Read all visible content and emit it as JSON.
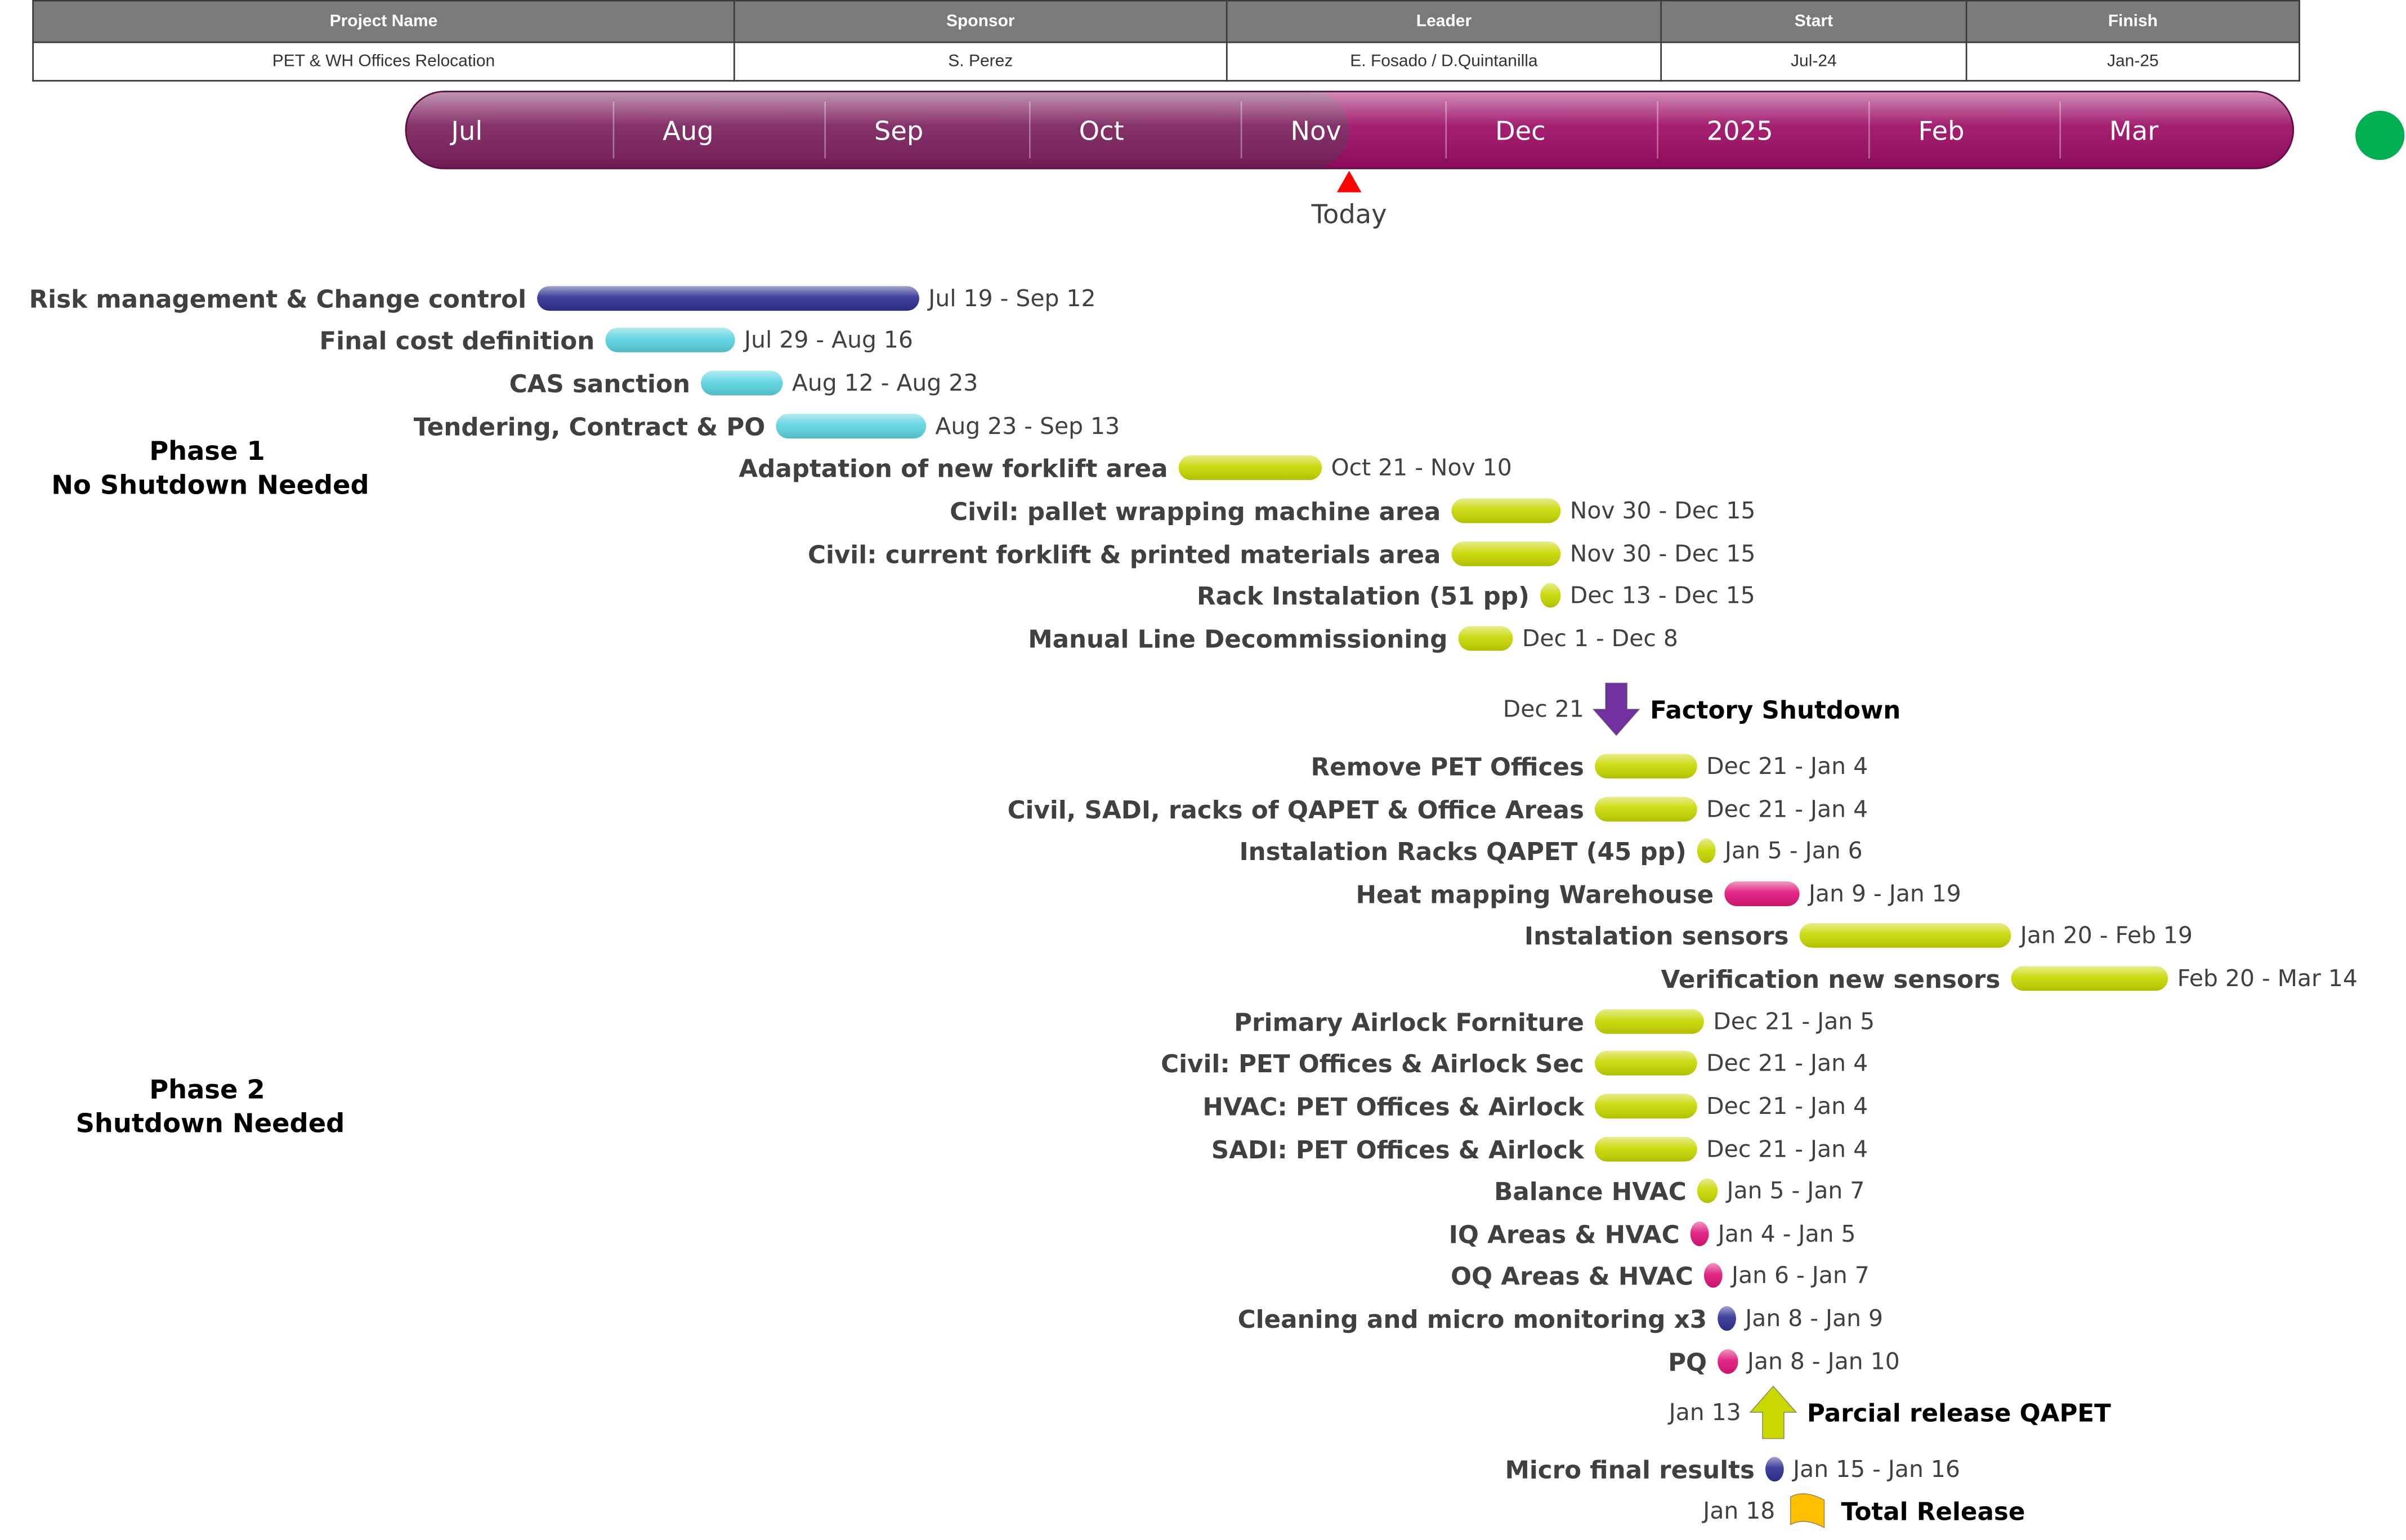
{
  "table": {
    "headers": [
      "Project Name",
      "Sponsor",
      "Leader",
      "Start",
      "Finish"
    ],
    "row": [
      "PET & WH Offices Relocation",
      "S. Perez",
      "E. Fosado / D.Quintanilla",
      "Jul-24",
      "Jan-25"
    ]
  },
  "chart_data": {
    "type": "gantt",
    "timeline": {
      "start": "2024-07-01",
      "end": "2025-04-01",
      "today": "2024-11-15",
      "today_label": "Today",
      "months": [
        "Jul",
        "Aug",
        "Sep",
        "Oct",
        "Nov",
        "Dec",
        "2025",
        "Feb",
        "Mar"
      ],
      "colors": {
        "past": "#7b1f5c",
        "future": "#9c0b63",
        "today_marker": "#ff0000",
        "status_dot": "#00b050"
      }
    },
    "phases": [
      {
        "name": "Phase 1",
        "subtitle": "No Shutdown Needed"
      },
      {
        "name": "Phase 2",
        "subtitle": "Shutdown Needed"
      }
    ],
    "tasks": [
      {
        "name": "Risk management & Change control",
        "start": "2024-07-19",
        "end": "2024-09-12",
        "label": "Jul 19 - Sep 12",
        "color": "#2e3192"
      },
      {
        "name": "Final cost definition",
        "start": "2024-07-29",
        "end": "2024-08-16",
        "label": "Jul 29 - Aug 16",
        "color": "#5bd3e0"
      },
      {
        "name": "CAS sanction",
        "start": "2024-08-12",
        "end": "2024-08-23",
        "label": "Aug 12 - Aug 23",
        "color": "#5bd3e0"
      },
      {
        "name": "Tendering, Contract & PO",
        "start": "2024-08-23",
        "end": "2024-09-13",
        "label": "Aug 23 - Sep 13",
        "color": "#5bd3e0"
      },
      {
        "name": "Adaptation of new forklift area",
        "start": "2024-10-21",
        "end": "2024-11-10",
        "label": "Oct 21 - Nov 10",
        "color": "#c8d800"
      },
      {
        "name": "Civil: pallet wrapping machine area",
        "start": "2024-11-30",
        "end": "2024-12-15",
        "label": "Nov 30 - Dec 15",
        "color": "#c8d800"
      },
      {
        "name": "Civil: current forklift & printed materials area",
        "start": "2024-11-30",
        "end": "2024-12-15",
        "label": "Nov 30 - Dec 15",
        "color": "#c8d800"
      },
      {
        "name": "Rack Instalation (51 pp)",
        "start": "2024-12-13",
        "end": "2024-12-15",
        "label": "Dec 13 - Dec 15",
        "color": "#c8d800"
      },
      {
        "name": "Manual Line Decommissioning",
        "start": "2024-12-01",
        "end": "2024-12-08",
        "label": "Dec 1 - Dec 8",
        "color": "#c8d800"
      },
      {
        "name": "Remove PET Offices",
        "start": "2024-12-21",
        "end": "2025-01-04",
        "label": "Dec 21 - Jan 4",
        "color": "#c8d800"
      },
      {
        "name": "Civil, SADI, racks of QAPET & Office Areas",
        "start": "2024-12-21",
        "end": "2025-01-04",
        "label": "Dec 21 - Jan 4",
        "color": "#c8d800"
      },
      {
        "name": "Instalation Racks QAPET (45 pp)",
        "start": "2025-01-05",
        "end": "2025-01-06",
        "label": "Jan 5 - Jan 6",
        "color": "#c8d800"
      },
      {
        "name": "Heat mapping Warehouse",
        "start": "2025-01-09",
        "end": "2025-01-19",
        "label": "Jan 9 - Jan 19",
        "color": "#e0157a"
      },
      {
        "name": "Instalation sensors",
        "start": "2025-01-20",
        "end": "2025-02-19",
        "label": "Jan 20 - Feb 19",
        "color": "#c8d800"
      },
      {
        "name": "Verification new sensors",
        "start": "2025-02-20",
        "end": "2025-03-14",
        "label": "Feb 20 - Mar 14",
        "color": "#c8d800"
      },
      {
        "name": "Primary Airlock Forniture",
        "start": "2024-12-21",
        "end": "2025-01-05",
        "label": "Dec 21 - Jan 5",
        "color": "#c8d800"
      },
      {
        "name": "Civil: PET Offices & Airlock Sec",
        "start": "2024-12-21",
        "end": "2025-01-04",
        "label": "Dec 21 - Jan 4",
        "color": "#c8d800"
      },
      {
        "name": "HVAC: PET Offices & Airlock",
        "start": "2024-12-21",
        "end": "2025-01-04",
        "label": "Dec 21 - Jan 4",
        "color": "#c8d800"
      },
      {
        "name": "SADI: PET Offices & Airlock",
        "start": "2024-12-21",
        "end": "2025-01-04",
        "label": "Dec 21 - Jan 4",
        "color": "#c8d800"
      },
      {
        "name": "Balance HVAC",
        "start": "2025-01-05",
        "end": "2025-01-07",
        "label": "Jan 5 - Jan 7",
        "color": "#c8d800"
      },
      {
        "name": "IQ Areas & HVAC",
        "start": "2025-01-04",
        "end": "2025-01-05",
        "label": "Jan 4 - Jan 5",
        "color": "#e0157a"
      },
      {
        "name": "OQ Areas & HVAC",
        "start": "2025-01-06",
        "end": "2025-01-07",
        "label": "Jan 6 - Jan 7",
        "color": "#e0157a"
      },
      {
        "name": "Cleaning and micro monitoring x3",
        "start": "2025-01-08",
        "end": "2025-01-09",
        "label": "Jan 8 - Jan 9",
        "color": "#2e3192"
      },
      {
        "name": "PQ",
        "start": "2025-01-08",
        "end": "2025-01-10",
        "label": "Jan 8 - Jan 10",
        "color": "#e0157a"
      },
      {
        "name": "Micro final results",
        "start": "2025-01-15",
        "end": "2025-01-16",
        "label": "Jan 15 - Jan 16",
        "color": "#2e3192"
      }
    ],
    "milestones": [
      {
        "name": "Factory Shutdown",
        "date": "2024-12-21",
        "label": "Dec 21",
        "shape": "arrow-down",
        "color": "#7030a0"
      },
      {
        "name": "Parcial release QAPET",
        "date": "2025-01-13",
        "label": "Jan 13",
        "shape": "arrow-up",
        "color": "#c8d800"
      },
      {
        "name": "Total Release",
        "date": "2025-01-18",
        "label": "Jan 18",
        "shape": "flag",
        "color": "#ffc000"
      }
    ]
  }
}
